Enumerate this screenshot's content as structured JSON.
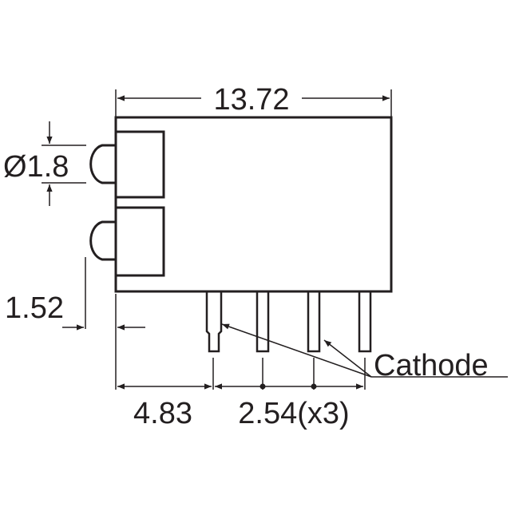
{
  "diagram": {
    "dimensions": {
      "overall_width": "13.72",
      "led_diameter": "Ø1.8",
      "led_offset": "1.52",
      "first_pin_offset": "4.83",
      "pin_pitch": "2.54(x3)"
    },
    "labels": {
      "cathode": "Cathode"
    },
    "colors": {
      "line": "#231f20",
      "background": "#ffffff"
    }
  }
}
